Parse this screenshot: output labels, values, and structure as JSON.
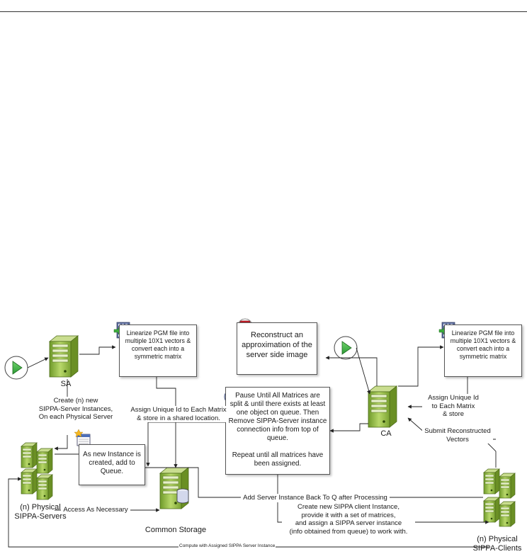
{
  "nodes": {
    "sa": "SA",
    "ca": "CA",
    "physical_servers": "(n) Physical\nSIPPA-Servers",
    "common_storage": "Common Storage",
    "physical_clients": "(n) Physical\nSIPPA-Clients"
  },
  "boxes": {
    "linearize_left": "Linearize PGM file into\nmultiple 10X1 vectors &\nconvert each into a\nsymmetric matrix",
    "reconstruct": "Reconstruct an\napproximation of the\nserver side image",
    "linearize_right": "Linearize PGM file into\nmultiple 10X1 vectors &\nconvert each into a\nsymmetric matrix",
    "pause": "Pause Until All Matrices are\nsplit & until there exists at least\none object on queue.  Then\nRemove SIPPA-Server instance\nconnection info from top of\nqueue.\n\nRepeat until all matrices have\nbeen assigned.",
    "queue": "As new Instance is\ncreated, add to\nQueue."
  },
  "labels": {
    "assign_left": "Assign Unique Id to Each Matrix\n& store in a shared location.",
    "create_instances": "Create (n) new\nSIPPA-Server Instances,\nOn each Physical Server",
    "assign_right": "Assign Unique Id\nto Each Matrix\n& store",
    "submit": "Submit Reconstructed\nVectors",
    "access": "Access As Necessary",
    "add_back": "Add Server Instance Back To Q after Processing",
    "create_client": "Create new SIPPA client Instance,\nprovide it with a set of matrices,\nand assign a SIPPA server instance\n(info obtained from queue) to work with.",
    "compute": "Compute with Assigned SIPPA Server Instance"
  },
  "icons": [
    "start-icon",
    "server-icon",
    "matrix-icon",
    "stop-icon",
    "pause-icon",
    "queue-icon",
    "database-icon"
  ],
  "colors": {
    "start_green": "#3bb54a",
    "stop_red": "#d0202a",
    "server_green": "#8fbf3c",
    "pause_blue": "#5a6fa8"
  }
}
